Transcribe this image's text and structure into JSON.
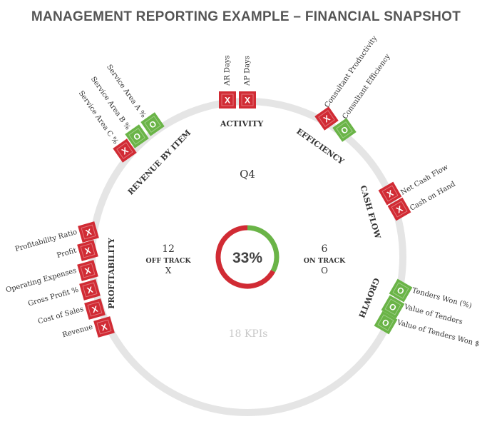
{
  "title": "MANAGEMENT REPORTING EXAMPLE – FINANCIAL SNAPSHOT",
  "center": {
    "period": "Q4",
    "percent_label": "33%",
    "percent_value": 33,
    "total_kpis": "18 KPIs",
    "off_track": {
      "count": "12",
      "label": "OFF TRACK",
      "symbol": "X"
    },
    "on_track": {
      "count": "6",
      "label": "ON TRACK",
      "symbol": "O"
    }
  },
  "colors": {
    "off": "#d12b34",
    "on": "#6ab447",
    "ring": "#e5e5e5",
    "muted": "#c9c9c9",
    "text": "#333333"
  },
  "sections": [
    {
      "name": "ACTIVITY",
      "kpis": [
        {
          "label": "AR Days",
          "status": "X"
        },
        {
          "label": "AP Days",
          "status": "X"
        }
      ]
    },
    {
      "name": "EFFICIENCY",
      "kpis": [
        {
          "label": "Consultant Productivity",
          "status": "X"
        },
        {
          "label": "Consultant Efficiency",
          "status": "O"
        }
      ]
    },
    {
      "name": "CASH FLOW",
      "kpis": [
        {
          "label": "Net Cash Flow",
          "status": "X"
        },
        {
          "label": "Cash on Hand",
          "status": "X"
        }
      ]
    },
    {
      "name": "GROWTH",
      "kpis": [
        {
          "label": "Tenders Won (%)",
          "status": "O"
        },
        {
          "label": "Value of Tenders",
          "status": "O"
        },
        {
          "label": "Value of Tenders Won $",
          "status": "O"
        }
      ]
    },
    {
      "name": "PROFITABILITY",
      "kpis": [
        {
          "label": "Profitability Ratio",
          "status": "X"
        },
        {
          "label": "Profit",
          "status": "X"
        },
        {
          "label": "Operating Expenses",
          "status": "X"
        },
        {
          "label": "Gross Profit %",
          "status": "X"
        },
        {
          "label": "Cost of Sales",
          "status": "X"
        },
        {
          "label": "Revenue",
          "status": "X"
        }
      ]
    },
    {
      "name": "REVENUE BY ITEM",
      "kpis": [
        {
          "label": "Service Area A %",
          "status": "O"
        },
        {
          "label": "Service Area B %",
          "status": "O"
        },
        {
          "label": "Service Area C %",
          "status": "X"
        }
      ]
    }
  ]
}
